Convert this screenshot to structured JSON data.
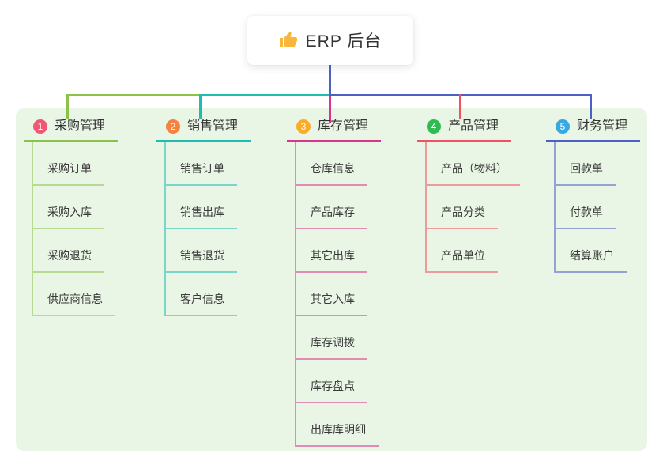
{
  "root": {
    "icon": "thumbs-up-icon",
    "icon_color": "#f6b73c",
    "title": "ERP 后台"
  },
  "panel_color": "#e9f5e5",
  "branches": [
    {
      "num": "1",
      "label": "采购管理",
      "color": "#8bc34a",
      "badge_color": "#f25672",
      "children": [
        "采购订单",
        "采购入库",
        "采购退货",
        "供应商信息"
      ]
    },
    {
      "num": "2",
      "label": "销售管理",
      "color": "#1fbcb2",
      "badge_color": "#f5823f",
      "children": [
        "销售订单",
        "销售出库",
        "销售退货",
        "客户信息"
      ]
    },
    {
      "num": "3",
      "label": "库存管理",
      "color": "#d8358d",
      "badge_color": "#fbab2a",
      "children": [
        "仓库信息",
        "产品库存",
        "其它出库",
        "其它入库",
        "库存调拨",
        "库存盘点",
        "出库库明细"
      ]
    },
    {
      "num": "4",
      "label": "产品管理",
      "color": "#f2515f",
      "badge_color": "#30ba52",
      "children": [
        "产品（物料）",
        "产品分类",
        "产品单位"
      ]
    },
    {
      "num": "5",
      "label": "财务管理",
      "color": "#4c61c6",
      "badge_color": "#34a9e4",
      "children": [
        "回款单",
        "付款单",
        "结算账户"
      ]
    }
  ]
}
